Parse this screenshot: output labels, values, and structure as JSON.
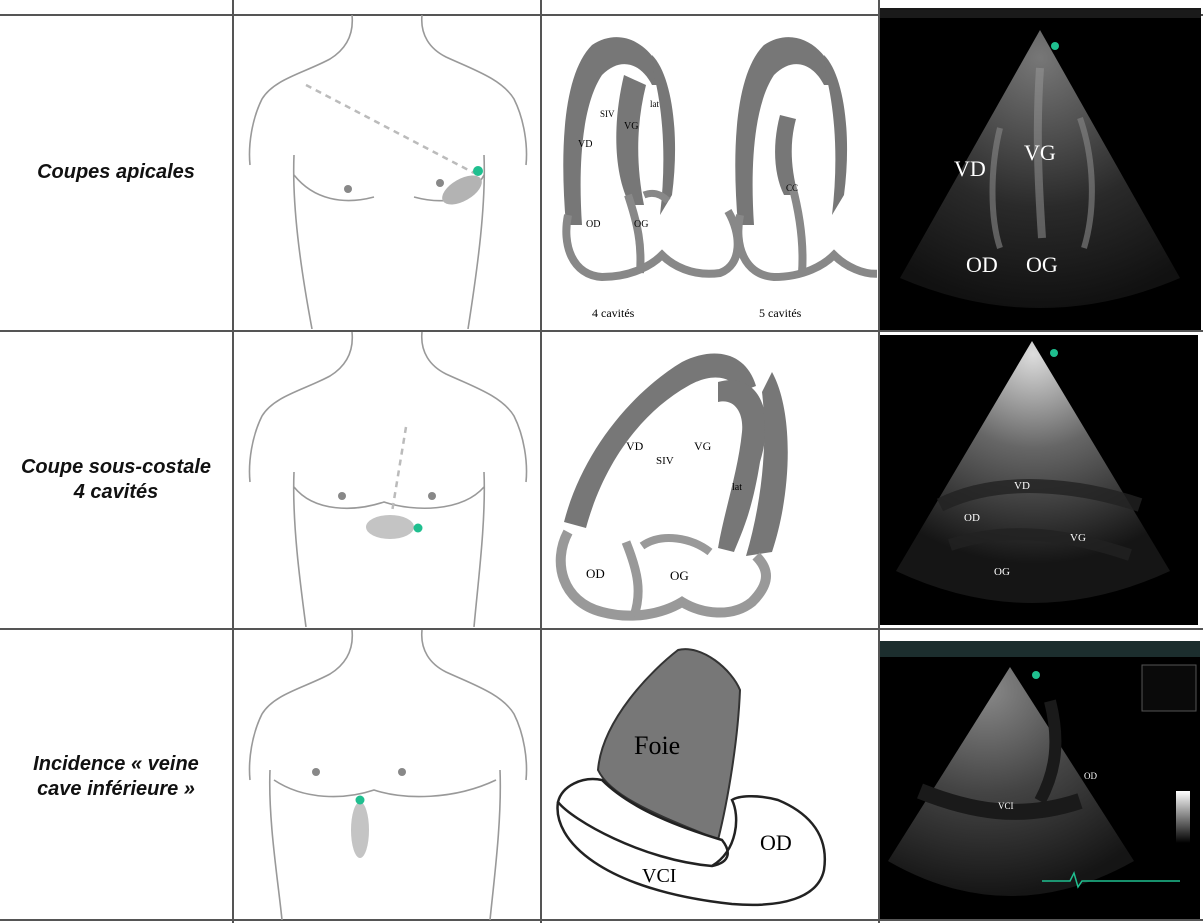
{
  "rows": [
    {
      "label_lines": [
        "Coupes apicales"
      ],
      "schema": {
        "captions": [
          "4 cavités",
          "5 cavités"
        ],
        "labels_4c": [
          "SIV",
          "lat",
          "VD",
          "VG",
          "OD",
          "OG"
        ],
        "labels_5c": [
          "CC"
        ]
      },
      "echo_labels": [
        "VD",
        "VG",
        "OD",
        "OG"
      ]
    },
    {
      "label_lines": [
        "Coupe sous-costale",
        "4 cavités"
      ],
      "schema": {
        "labels": [
          "VD",
          "SIV",
          "VG",
          "lat",
          "OD",
          "OG"
        ]
      },
      "echo_labels": [
        "VD",
        "OD",
        "VG",
        "OG"
      ]
    },
    {
      "label_lines": [
        "Incidence « veine",
        "cave inférieure »"
      ],
      "schema": {
        "labels": [
          "Foie",
          "OD",
          "VCI"
        ]
      },
      "echo_labels": [
        "OD",
        "VCI"
      ]
    }
  ]
}
